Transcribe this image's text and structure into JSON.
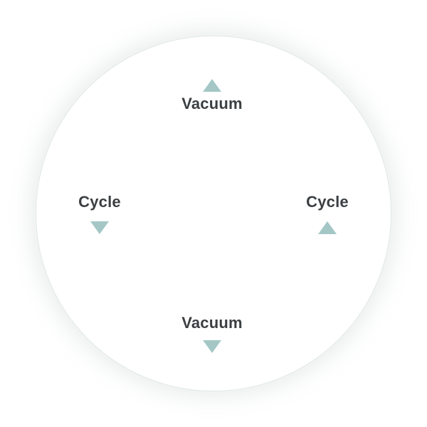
{
  "colors": {
    "accent": "#a4c7c6",
    "label": "#3b3f42",
    "dial_border": "#e1e8e7",
    "background": "#ffffff"
  },
  "dial": {
    "top": {
      "label": "Vacuum",
      "arrow_icon": "triangle-up-icon"
    },
    "bottom": {
      "label": "Vacuum",
      "arrow_icon": "triangle-down-icon"
    },
    "left": {
      "label": "Cycle",
      "arrow_icon": "triangle-down-icon"
    },
    "right": {
      "label": "Cycle",
      "arrow_icon": "triangle-up-icon"
    }
  }
}
